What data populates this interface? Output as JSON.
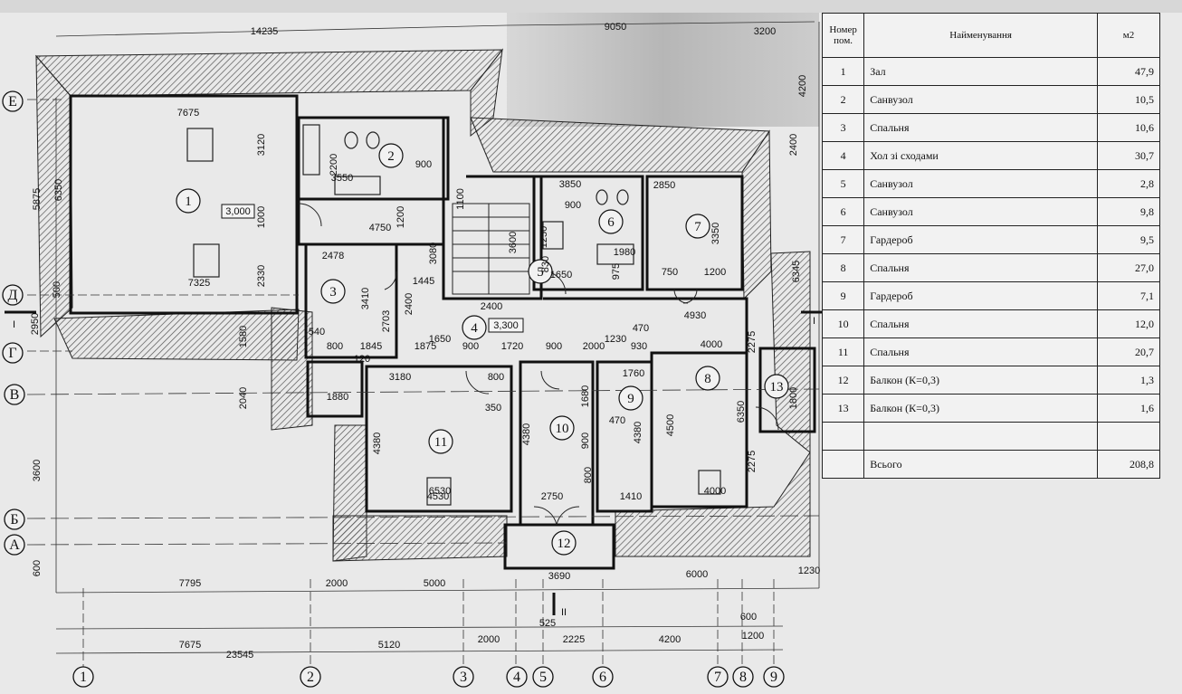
{
  "plan": {
    "dimensions": [
      "14235",
      "9050",
      "3200",
      "7675",
      "3120",
      "6350",
      "5875",
      "2200",
      "3550",
      "900",
      "1100",
      "1000",
      "4750",
      "1200",
      "3600",
      "3850",
      "2850",
      "3350",
      "900",
      "1980",
      "2478",
      "3080",
      "3410",
      "2703",
      "1445",
      "2400",
      "750",
      "1200",
      "4930",
      "6345",
      "7325",
      "2330",
      "2950",
      "2400",
      "4200",
      "1580",
      "540",
      "800",
      "1845",
      "1875",
      "900",
      "1720",
      "900",
      "2000",
      "930",
      "4000",
      "2275",
      "3180",
      "800",
      "1760",
      "2040",
      "1880",
      "350",
      "1680",
      "470",
      "4380",
      "4380",
      "900",
      "4500",
      "6350",
      "1800",
      "800",
      "2750",
      "1410",
      "2275",
      "4530",
      "4380",
      "6530",
      "4000",
      "3690",
      "6000",
      "1230",
      "7795",
      "2000",
      "5000",
      "525",
      "600",
      "7675",
      "5120",
      "2000",
      "2225",
      "4200",
      "1200",
      "23545",
      "3600",
      "500",
      "600",
      "1650",
      "2400",
      "1250",
      "1650",
      "830",
      "975",
      "1230",
      "470",
      "120"
    ],
    "badges": [
      "3,000",
      "3,300"
    ],
    "room_numbers": [
      "1",
      "2",
      "3",
      "4",
      "5",
      "6",
      "7",
      "8",
      "9",
      "10",
      "11",
      "12",
      "13"
    ],
    "axes_letters": [
      "Е",
      "Д",
      "Г",
      "В",
      "Б",
      "А"
    ],
    "axes_numbers": [
      "1",
      "2",
      "3",
      "4",
      "5",
      "6",
      "7",
      "8",
      "9"
    ],
    "section_marks": [
      "I",
      "I",
      "II"
    ]
  },
  "table": {
    "header_no": "Номер пом.",
    "header_name": "Найменування",
    "header_area": "м2",
    "rows": [
      {
        "no": "1",
        "name": "Зал",
        "area": "47,9"
      },
      {
        "no": "2",
        "name": "Санвузол",
        "area": "10,5"
      },
      {
        "no": "3",
        "name": "Спальня",
        "area": "10,6"
      },
      {
        "no": "4",
        "name": "Хол зі сходами",
        "area": "30,7"
      },
      {
        "no": "5",
        "name": "Санвузол",
        "area": "2,8"
      },
      {
        "no": "6",
        "name": "Санвузол",
        "area": "9,8"
      },
      {
        "no": "7",
        "name": "Гардероб",
        "area": "9,5"
      },
      {
        "no": "8",
        "name": "Спальня",
        "area": "27,0"
      },
      {
        "no": "9",
        "name": "Гардероб",
        "area": "7,1"
      },
      {
        "no": "10",
        "name": "Спальня",
        "area": "12,0"
      },
      {
        "no": "11",
        "name": "Спальня",
        "area": "20,7"
      },
      {
        "no": "12",
        "name": "Балкон (К=0,3)",
        "area": "1,3"
      },
      {
        "no": "13",
        "name": "Балкон (К=0,3)",
        "area": "1,6"
      }
    ],
    "total_name": "Всього",
    "total_area": "208,8"
  },
  "colors": {
    "paper": "#e9e9e9",
    "ink": "#111111",
    "hatch": "#555555",
    "shade": "#8a8a8a"
  }
}
